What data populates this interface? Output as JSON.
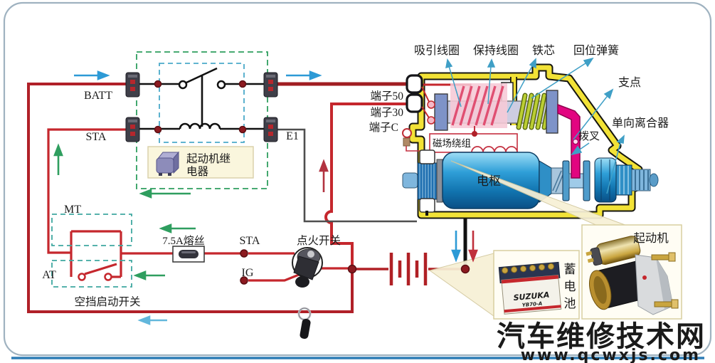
{
  "relay": {
    "batt_label": "BATT",
    "sta_label": "STA",
    "e1_label": "E1",
    "name_line1": "起动机继",
    "name_line2": "电器"
  },
  "solenoid_labels": {
    "pull_in_coil": "吸引线圈",
    "hold_in_coil": "保持线圈",
    "iron_core": "铁芯",
    "return_spring": "回位弹簧",
    "fulcrum": "支点",
    "one_way_clutch": "单向离合器",
    "shift_fork": "拨叉"
  },
  "terminal_labels": {
    "terminal_50": "端子50",
    "terminal_30": "端子30",
    "terminal_c": "端子C"
  },
  "motor_labels": {
    "field_winding": "磁场绕组",
    "armature": "电枢"
  },
  "ignition_circuit": {
    "mt_label": "MT",
    "at_label": "AT",
    "neutral_start_switch": "空挡启动开关",
    "fuse_label": "7.5A熔丝",
    "sta_label": "STA",
    "ig_label": "IG",
    "ignition_switch_label": "点火开关"
  },
  "insets": {
    "battery_caption": "蓄电池",
    "battery_caption_chars": [
      "蓄",
      "电",
      "池"
    ],
    "battery_brand": "SUZUKA",
    "battery_model": "YB70-A",
    "starter_caption": "起动机"
  },
  "watermark": {
    "site_name": "汽车维修技术网",
    "site_url": "www.qcwxjs.com"
  },
  "colors": {
    "wire_red": "#c5272d",
    "wire_dark_red": "#a01d22",
    "ground_gray": "#4f4f4f",
    "housing_yellow": "#f2e236",
    "coil_pink": "#e04f72",
    "spring_green": "#bccf33",
    "fork_magenta": "#e20580",
    "armature_blue": "#2f9fd8",
    "relay_outer_box_green": "#2f9e5f",
    "relay_inner_box_teal": "#4aa9c9",
    "arrow_blue": "#2d9ad6",
    "arrow_green": "#2f9e5f",
    "watermark_gray": "#b5bcc9",
    "watermark_pink": "#ee8799",
    "frame_border": "#9fb2c0"
  }
}
